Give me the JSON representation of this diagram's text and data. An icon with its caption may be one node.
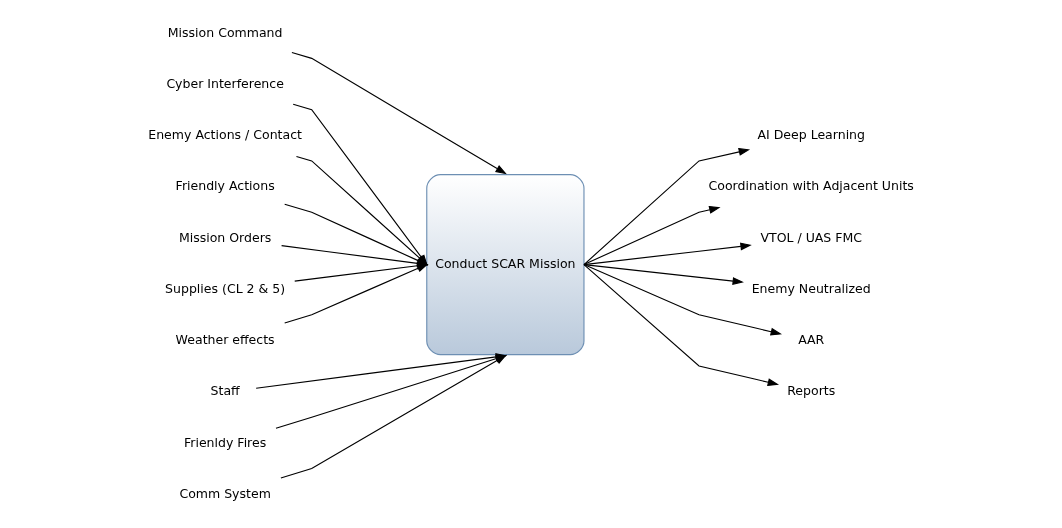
{
  "diagram": {
    "nodes": [
      {
        "text": [
          "Mission Command"
        ]
      },
      {
        "text": [
          "Cyber Interference"
        ]
      },
      {
        "text": [
          "Enemy Actions / Contact"
        ]
      },
      {
        "text": [
          "Friendly Actions"
        ]
      },
      {
        "text": [
          "Mission Orders"
        ]
      },
      {
        "text": [
          "Supplies (CL 2 & 5)"
        ]
      },
      {
        "text": [
          "Weather effects"
        ]
      },
      {
        "text": [
          "Conduct SCAR Mission"
        ]
      },
      {
        "text": [
          "AI Deep Learning"
        ]
      },
      {
        "text": [
          "Coordination with Adjacent Units"
        ]
      },
      {
        "text": [
          "VTOL / UAS FMC"
        ]
      },
      {
        "text": [
          "Enemy Neutralized"
        ]
      },
      {
        "text": [
          "AAR"
        ]
      },
      {
        "text": [
          "Reports"
        ]
      },
      {
        "text": [
          "Staff"
        ]
      },
      {
        "text": [
          "Frienldy Fires"
        ]
      },
      {
        "text": [
          "Comm System"
        ]
      }
    ],
    "edges": [
      {
        "from": 0,
        "to": 7,
        "arrow": "to"
      },
      {
        "from": 1,
        "to": 7,
        "arrow": "to"
      },
      {
        "from": 2,
        "to": 7,
        "arrow": "to"
      },
      {
        "from": 3,
        "to": 7,
        "arrow": "to"
      },
      {
        "from": 4,
        "to": 7,
        "arrow": "to"
      },
      {
        "from": 5,
        "to": 7,
        "arrow": "to"
      },
      {
        "from": 6,
        "to": 7,
        "arrow": "to"
      },
      {
        "from": 7,
        "to": 8,
        "arrow": "to"
      },
      {
        "from": 7,
        "to": 9,
        "arrow": "to"
      },
      {
        "from": 7,
        "to": 10,
        "arrow": "to"
      },
      {
        "from": 7,
        "to": 11,
        "arrow": "to"
      },
      {
        "from": 7,
        "to": 12,
        "arrow": "to"
      },
      {
        "from": 7,
        "to": 13,
        "arrow": "to"
      },
      {
        "from": 14,
        "to": 7,
        "arrow": "to"
      },
      {
        "from": 15,
        "to": 7,
        "arrow": "to"
      },
      {
        "from": 16,
        "to": 7,
        "arrow": "to"
      }
    ]
  }
}
